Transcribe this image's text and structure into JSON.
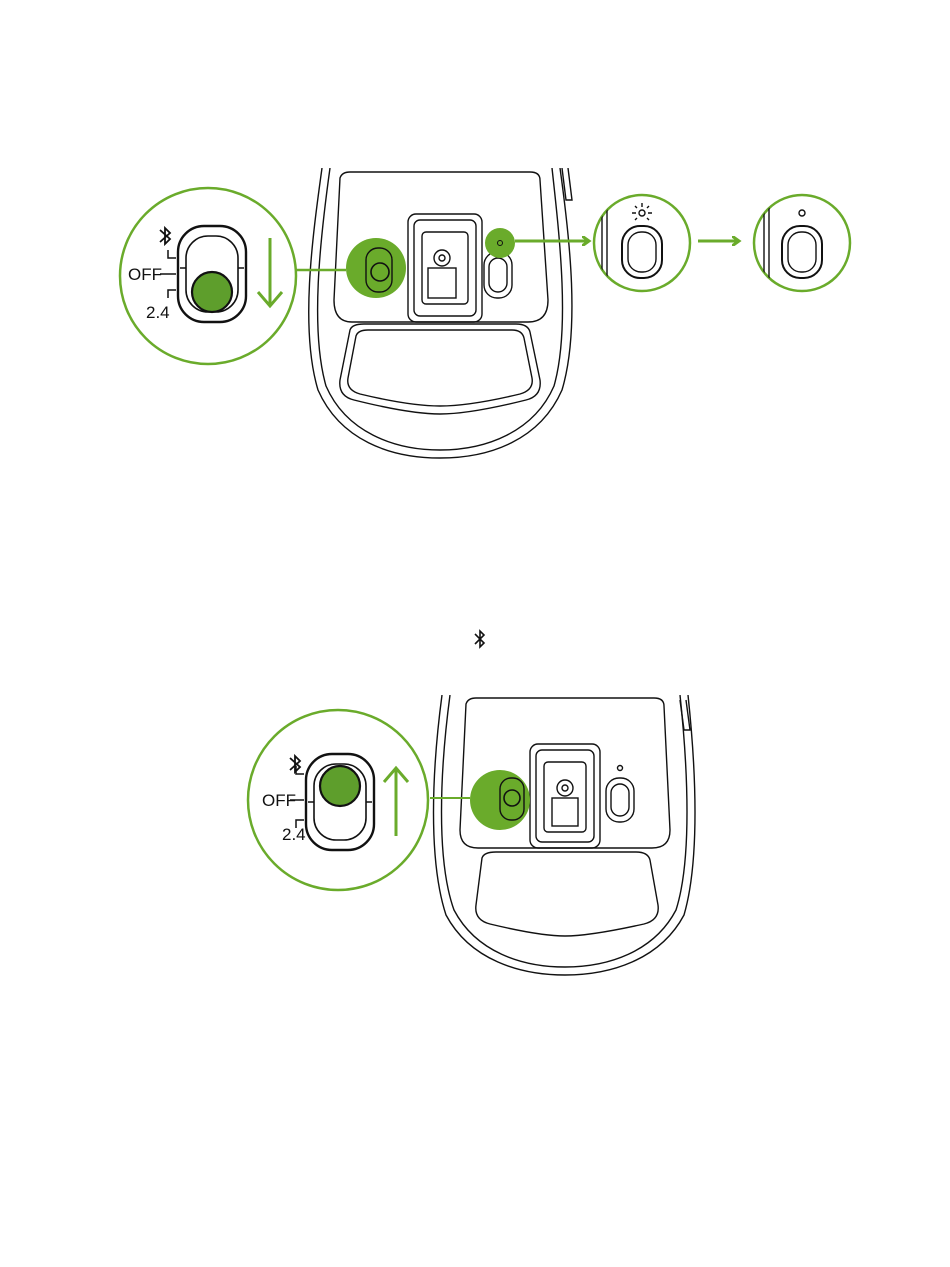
{
  "colors": {
    "accent": "#6aab2b",
    "accent_fill": "#5e9e2c",
    "line": "#111111"
  },
  "icons": {
    "bluetooth": "bluetooth-icon",
    "light": "led-light-icon",
    "arrow": "arrow-icon"
  },
  "switch_labels": {
    "off": "OFF",
    "rf": "2.4"
  },
  "figure1": {
    "switch_position": "2.4",
    "led_sequence": [
      "on",
      "off"
    ]
  },
  "figure2": {
    "switch_position": "bluetooth"
  }
}
